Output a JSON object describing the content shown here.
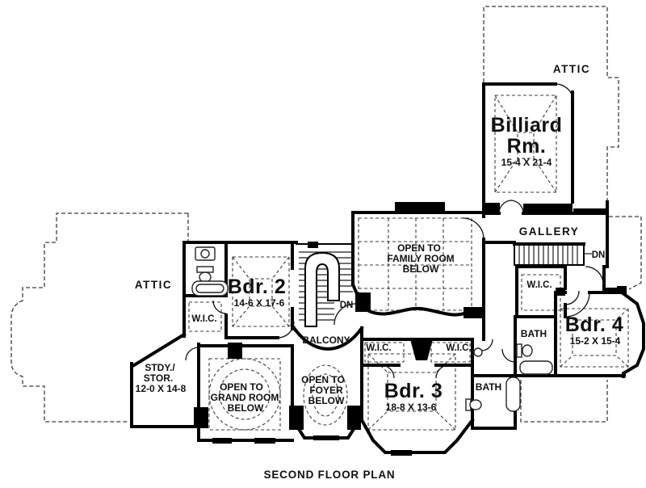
{
  "title": {
    "text": "SECOND FLOOR PLAN"
  },
  "labels": {
    "attic": "ATTIC",
    "gallery": "GALLERY",
    "balcony": "BALCONY",
    "dn": "DN",
    "wic": "W.I.C.",
    "bath": "BATH",
    "open_to": "OPEN TO",
    "below": "BELOW",
    "family_room": "FAMILY ROOM",
    "grand_room": "GRAND ROOM",
    "foyer": "FOYER"
  },
  "rooms": {
    "billiard": {
      "name_line1": "Billiard",
      "name_line2": "Rm.",
      "dims": "15-4 X 21-4"
    },
    "bdr2": {
      "name": "Bdr. 2",
      "dims": "14-6 X 17-6"
    },
    "bdr3": {
      "name": "Bdr. 3",
      "dims": "18-8 X 13-6"
    },
    "bdr4": {
      "name": "Bdr. 4",
      "dims": "15-2 X 15-4"
    },
    "study": {
      "name_line1": "STDY./",
      "name_line2": "STOR.",
      "dims": "12-0 X 14-8"
    }
  },
  "colors": {
    "wall": "#000000",
    "background": "#ffffff",
    "dashed_line": "#3c3c3c",
    "text": "#101010"
  }
}
